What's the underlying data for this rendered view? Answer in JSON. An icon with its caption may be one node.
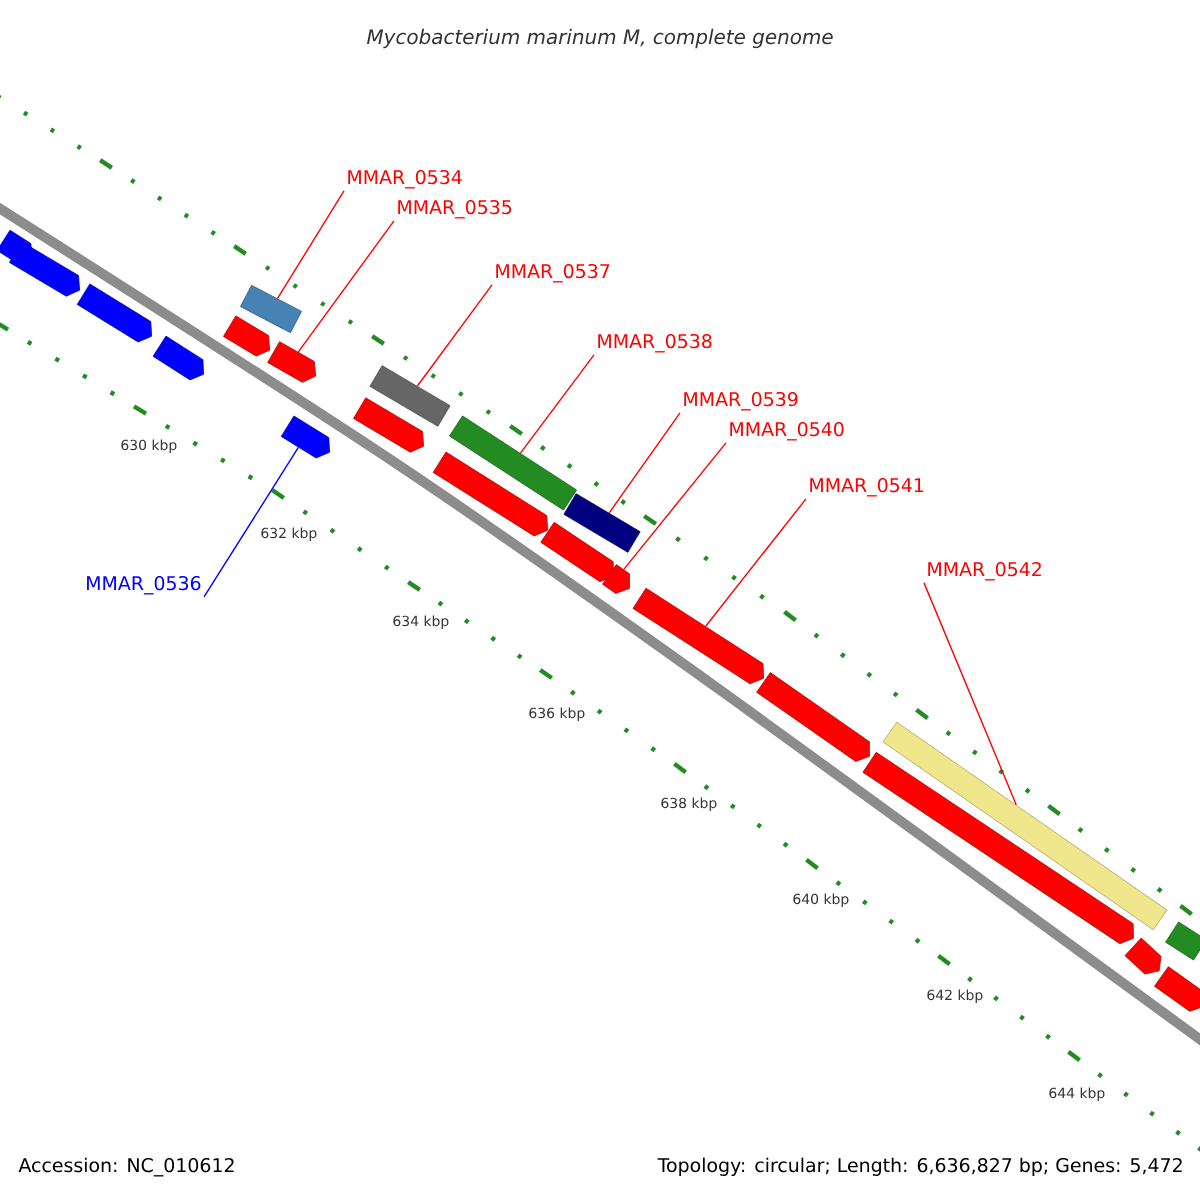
{
  "diagram": {
    "title": "Mycobacterium marinum M, complete genome",
    "nodes": [
      {
        "text": [
          "MMAR_0534"
        ]
      },
      {
        "text": [
          "MMAR_0535"
        ]
      },
      {
        "text": [
          "MMAR_0537"
        ]
      },
      {
        "text": [
          "MMAR_0538"
        ]
      },
      {
        "text": [
          "MMAR_0539"
        ]
      },
      {
        "text": [
          "MMAR_0540"
        ]
      },
      {
        "text": [
          "MMAR_0541"
        ]
      },
      {
        "text": [
          "MMAR_0542"
        ]
      },
      {
        "text": [
          "MMAR_0536"
        ]
      },
      {
        "text": [],
        "shape": "arrow"
      },
      {
        "text": [],
        "shape": "arrow"
      },
      {
        "text": [],
        "shape": "arrow"
      },
      {
        "text": [],
        "shape": "arrow"
      },
      {
        "text": [],
        "shape": "arrow"
      },
      {
        "text": [],
        "shape": "bar"
      },
      {
        "text": [],
        "shape": "arrow"
      },
      {
        "text": [],
        "shape": "arrow"
      },
      {
        "text": [],
        "shape": "arrow"
      },
      {
        "text": [],
        "shape": "bar"
      },
      {
        "text": [],
        "shape": "arrow"
      },
      {
        "text": [],
        "shape": "bar"
      },
      {
        "text": [],
        "shape": "arrow"
      },
      {
        "text": [],
        "shape": "bar"
      },
      {
        "text": [],
        "shape": "arrow"
      },
      {
        "text": [],
        "shape": "arrow"
      },
      {
        "text": [],
        "shape": "arrow"
      },
      {
        "text": [],
        "shape": "arrow"
      },
      {
        "text": [],
        "shape": "bar"
      },
      {
        "text": [],
        "shape": "arrow"
      },
      {
        "text": [],
        "shape": "bar"
      },
      {
        "text": [],
        "shape": "arrow"
      }
    ],
    "edges": [
      {
        "from": 0,
        "to": 14,
        "arrow": "none"
      },
      {
        "from": 1,
        "to": 15,
        "arrow": "none"
      },
      {
        "from": 2,
        "to": 18,
        "arrow": "none"
      },
      {
        "from": 3,
        "to": 20,
        "arrow": "none"
      },
      {
        "from": 4,
        "to": 22,
        "arrow": "none"
      },
      {
        "from": 5,
        "to": 23,
        "arrow": "none"
      },
      {
        "from": 6,
        "to": 24,
        "arrow": "none"
      },
      {
        "from": 7,
        "to": 27,
        "arrow": "none"
      },
      {
        "from": 8,
        "to": 16,
        "arrow": "none",
        "color": "#0000ff"
      }
    ],
    "labels": [
      "630 kbp",
      "632 kbp",
      "634 kbp",
      "636 kbp",
      "638 kbp",
      "640 kbp",
      "642 kbp",
      "644 kbp",
      "Accession: NC_010612",
      "Topology: circular; Length: 6,636,827 bp; Genes: 5,472"
    ]
  }
}
